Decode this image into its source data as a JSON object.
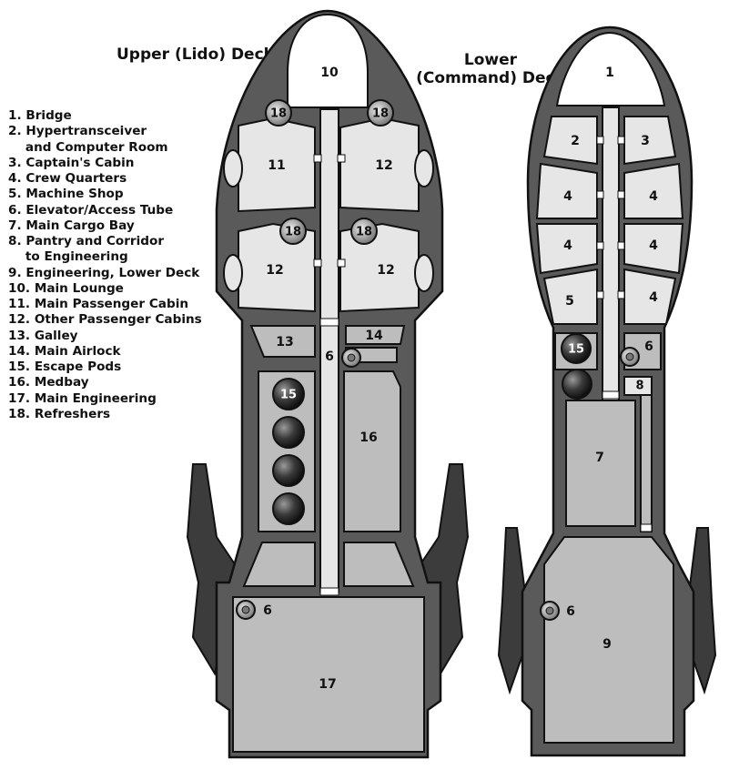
{
  "titles": {
    "upper": "Upper (Lido) Deck",
    "lower_line1": "Lower",
    "lower_line2": "(Command) Deck"
  },
  "legend": [
    "1. Bridge",
    "2. Hypertransceiver",
    "    and Computer Room",
    "3. Captain's Cabin",
    "4. Crew Quarters",
    "5. Machine Shop",
    "6. Elevator/Access Tube",
    "7. Main Cargo Bay",
    "8. Pantry and Corridor",
    "    to Engineering",
    "9. Engineering, Lower Deck",
    "10. Main Lounge",
    "11. Main Passenger Cabin",
    "12. Other Passenger Cabins",
    "13. Galley",
    "14. Main Airlock",
    "15. Escape Pods",
    "16. Medbay",
    "17. Main Engineering",
    "18. Refreshers"
  ],
  "room_labels": {
    "u10": "10",
    "u18a": "18",
    "u18b": "18",
    "u18c": "18",
    "u18d": "18",
    "u11": "11",
    "u12a": "12",
    "u12b": "12",
    "u12c": "12",
    "u13": "13",
    "u14": "14",
    "u6a": "6",
    "u15": "15",
    "u16": "16",
    "u6b": "6",
    "u17": "17",
    "l1": "1",
    "l2": "2",
    "l3": "3",
    "l4a": "4",
    "l4b": "4",
    "l4c": "4",
    "l4d": "4",
    "l4e": "4",
    "l5": "5",
    "l15": "15",
    "l6a": "6",
    "l8": "8",
    "l7": "7",
    "l6b": "6",
    "l9": "9"
  },
  "colors": {
    "hull": "#5a5a5a",
    "room_light": "#e6e6e6",
    "room_mid": "#bdbdbd",
    "room_white": "#ffffff",
    "outline": "#1a1a1a"
  }
}
